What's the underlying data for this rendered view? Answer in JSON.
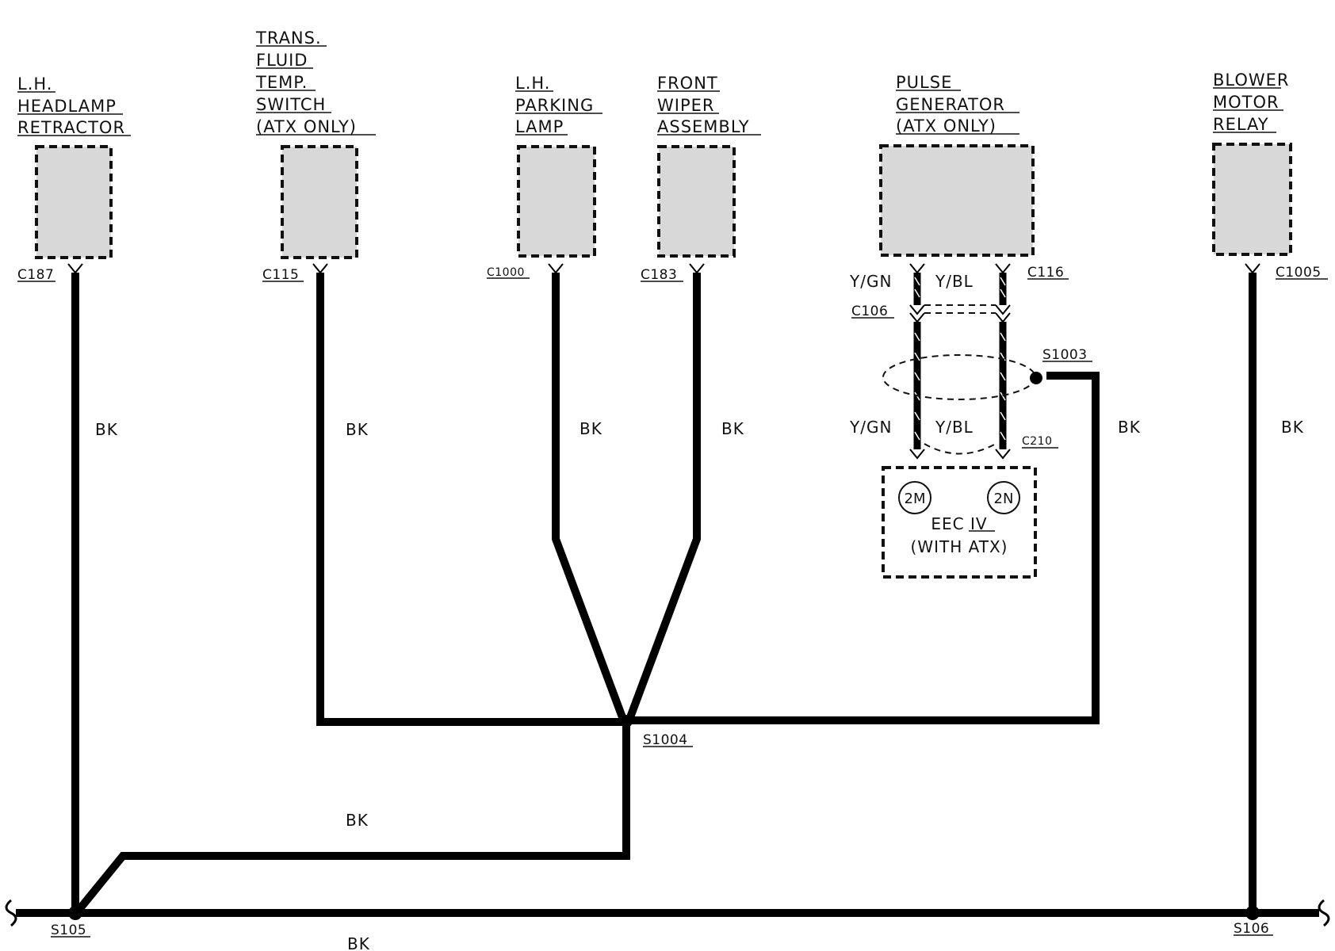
{
  "components": {
    "lh_headlamp_retractor": {
      "lines": [
        "L.H.",
        "HEADLAMP",
        "RETRACTOR"
      ],
      "connector": "C187"
    },
    "trans_fluid_temp_switch": {
      "lines": [
        "TRANS.",
        "FLUID",
        "TEMP.",
        "SWITCH",
        "(ATX  ONLY)"
      ],
      "connector": "C115"
    },
    "lh_parking_lamp": {
      "lines": [
        "L.H.",
        "PARKING",
        "LAMP"
      ],
      "connector": "C1000"
    },
    "front_wiper_assembly": {
      "lines": [
        "FRONT",
        "WIPER",
        "ASSEMBLY"
      ],
      "connector": "C183"
    },
    "pulse_generator": {
      "lines": [
        "PULSE",
        "GENERATOR",
        "(ATX  ONLY)"
      ],
      "connector": "C116"
    },
    "blower_motor_relay": {
      "lines": [
        "BLOWER",
        "MOTOR",
        "RELAY"
      ],
      "connector": "C1005"
    }
  },
  "eec": {
    "line1": "EEC IV",
    "line2": "(WITH  ATX)",
    "pins": [
      "2M",
      "2N"
    ],
    "connector": "C210"
  },
  "connectors": {
    "c106": "C106"
  },
  "wire_colors": {
    "bk": "BK",
    "y_gn": "Y/GN",
    "y_bl": "Y/BL"
  },
  "splices": {
    "s1003": "S1003",
    "s1004": "S1004",
    "s105": "S105",
    "s106": "S106"
  },
  "colors": {
    "wire": "#000000",
    "component_fill": "#d8d8d8"
  }
}
